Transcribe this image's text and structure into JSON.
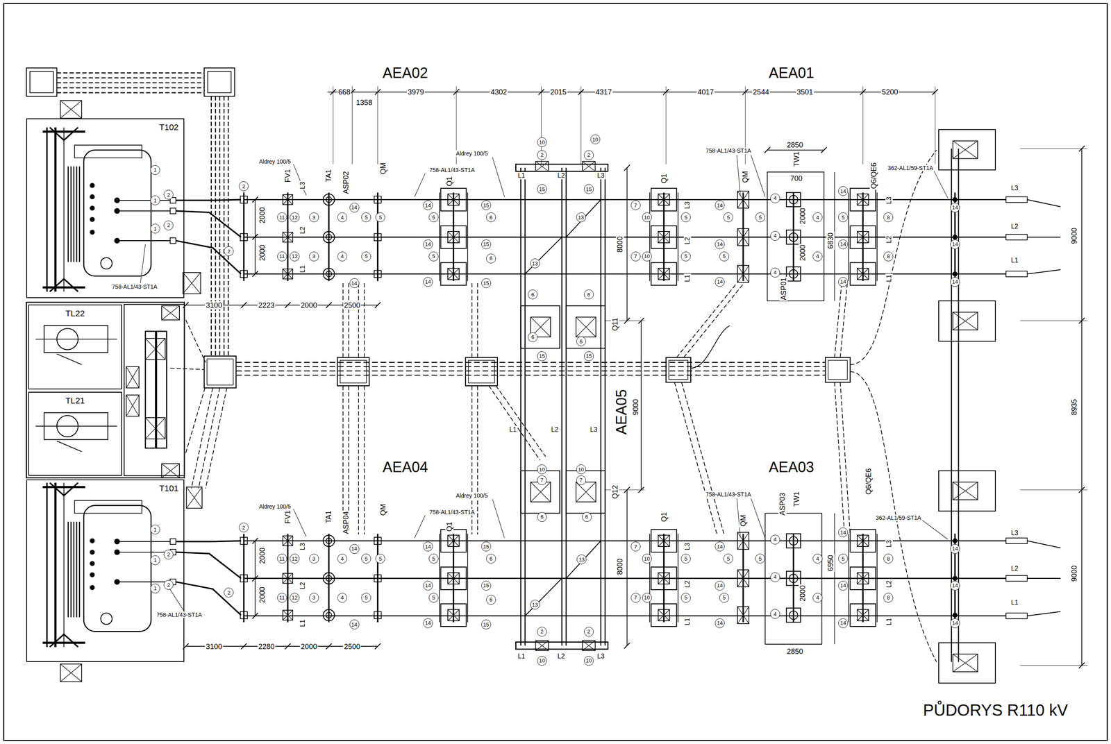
{
  "diagram": {
    "title": "PŮDORYS R110 kV",
    "nodes": [
      {
        "text": [
          "T102"
        ]
      },
      {
        "text": [
          "TL22"
        ]
      },
      {
        "text": [
          "TL21"
        ]
      },
      {
        "text": [
          "T101"
        ]
      }
    ],
    "labels": [
      "AEA02",
      "AEA01",
      "AEA04",
      "AEA03",
      "AEA05",
      "668",
      "1358",
      "3979",
      "4302",
      "2015",
      "4317",
      "4017",
      "2544",
      "3501",
      "5200",
      "3100",
      "2223",
      "2000",
      "2500",
      "2000",
      "2000",
      "3100",
      "2280",
      "2000",
      "2500",
      "2000",
      "2000",
      "9000",
      "8935",
      "9000",
      "8000",
      "9000",
      "8000",
      "Q11",
      "Q12",
      "2850",
      "700",
      "6830",
      "2000",
      "2000",
      "TW1",
      "ASP01",
      "2850",
      "6950",
      "2000",
      "TW1",
      "ASP03",
      "FV1",
      "TA1",
      "ASP02",
      "QM",
      "Q1",
      "Q1",
      "QM",
      "Q6/QE6",
      "FV1",
      "TA1",
      "ASP04",
      "QM",
      "Q1",
      "Q1",
      "QM",
      "Q6/QE6",
      "Aldrey 100/5",
      "758-AL1/43-ST1A",
      "Aldrey 100/5",
      "758-AL1/43-ST1A",
      "362-AL1/59-ST1A",
      "758-AL1/43-ST1A",
      "Aldrey 100/5",
      "758-AL1/43-ST1A",
      "Aldrey 100/5",
      "758-AL1/43-ST1A",
      "362-AL1/59-ST1A",
      "758-AL1/43-ST1A",
      "L3",
      "L2",
      "L1",
      "L3",
      "L2",
      "L1",
      "L1",
      "L2",
      "L3",
      "L1",
      "L2",
      "L3",
      "L1",
      "L2",
      "L3",
      "L3",
      "L2",
      "L1",
      "L3",
      "L2",
      "L1",
      "L3",
      "L2",
      "L1",
      "L3",
      "L2",
      "L1",
      "L3",
      "L2",
      "L1",
      "L3",
      "L2",
      "L1",
      "1",
      "2",
      "1",
      "2",
      "1",
      "2",
      "2",
      "11",
      "12",
      "11",
      "12",
      "3",
      "3",
      "4",
      "4",
      "14",
      "5",
      "5",
      "14",
      "5",
      "14",
      "5",
      "14",
      "5",
      "14",
      "15",
      "6",
      "15",
      "6",
      "15",
      "7",
      "10",
      "5",
      "7",
      "10",
      "5",
      "14",
      "5",
      "5",
      "14",
      "5",
      "14",
      "4",
      "4",
      "4",
      "4",
      "4",
      "14",
      "5",
      "14",
      "14",
      "8",
      "8",
      "14",
      "14",
      "14",
      "1",
      "2",
      "1",
      "2",
      "1",
      "2",
      "2",
      "11",
      "12",
      "11",
      "12",
      "3",
      "3",
      "4",
      "4",
      "14",
      "5",
      "5",
      "14",
      "5",
      "14",
      "5",
      "14",
      "5",
      "14",
      "15",
      "6",
      "15",
      "6",
      "15",
      "7",
      "10",
      "5",
      "7",
      "10",
      "5",
      "14",
      "5",
      "5",
      "14",
      "5",
      "14",
      "4",
      "4",
      "4",
      "4",
      "4",
      "14",
      "5",
      "14",
      "14",
      "8",
      "8",
      "14",
      "14",
      "14",
      "10",
      "2",
      "15",
      "10",
      "2",
      "15",
      "13",
      "13",
      "6",
      "6",
      "6",
      "6",
      "15",
      "15",
      "10",
      "10",
      "7",
      "7",
      "6",
      "6",
      "13",
      "13",
      "2",
      "2",
      "10",
      "10"
    ]
  }
}
